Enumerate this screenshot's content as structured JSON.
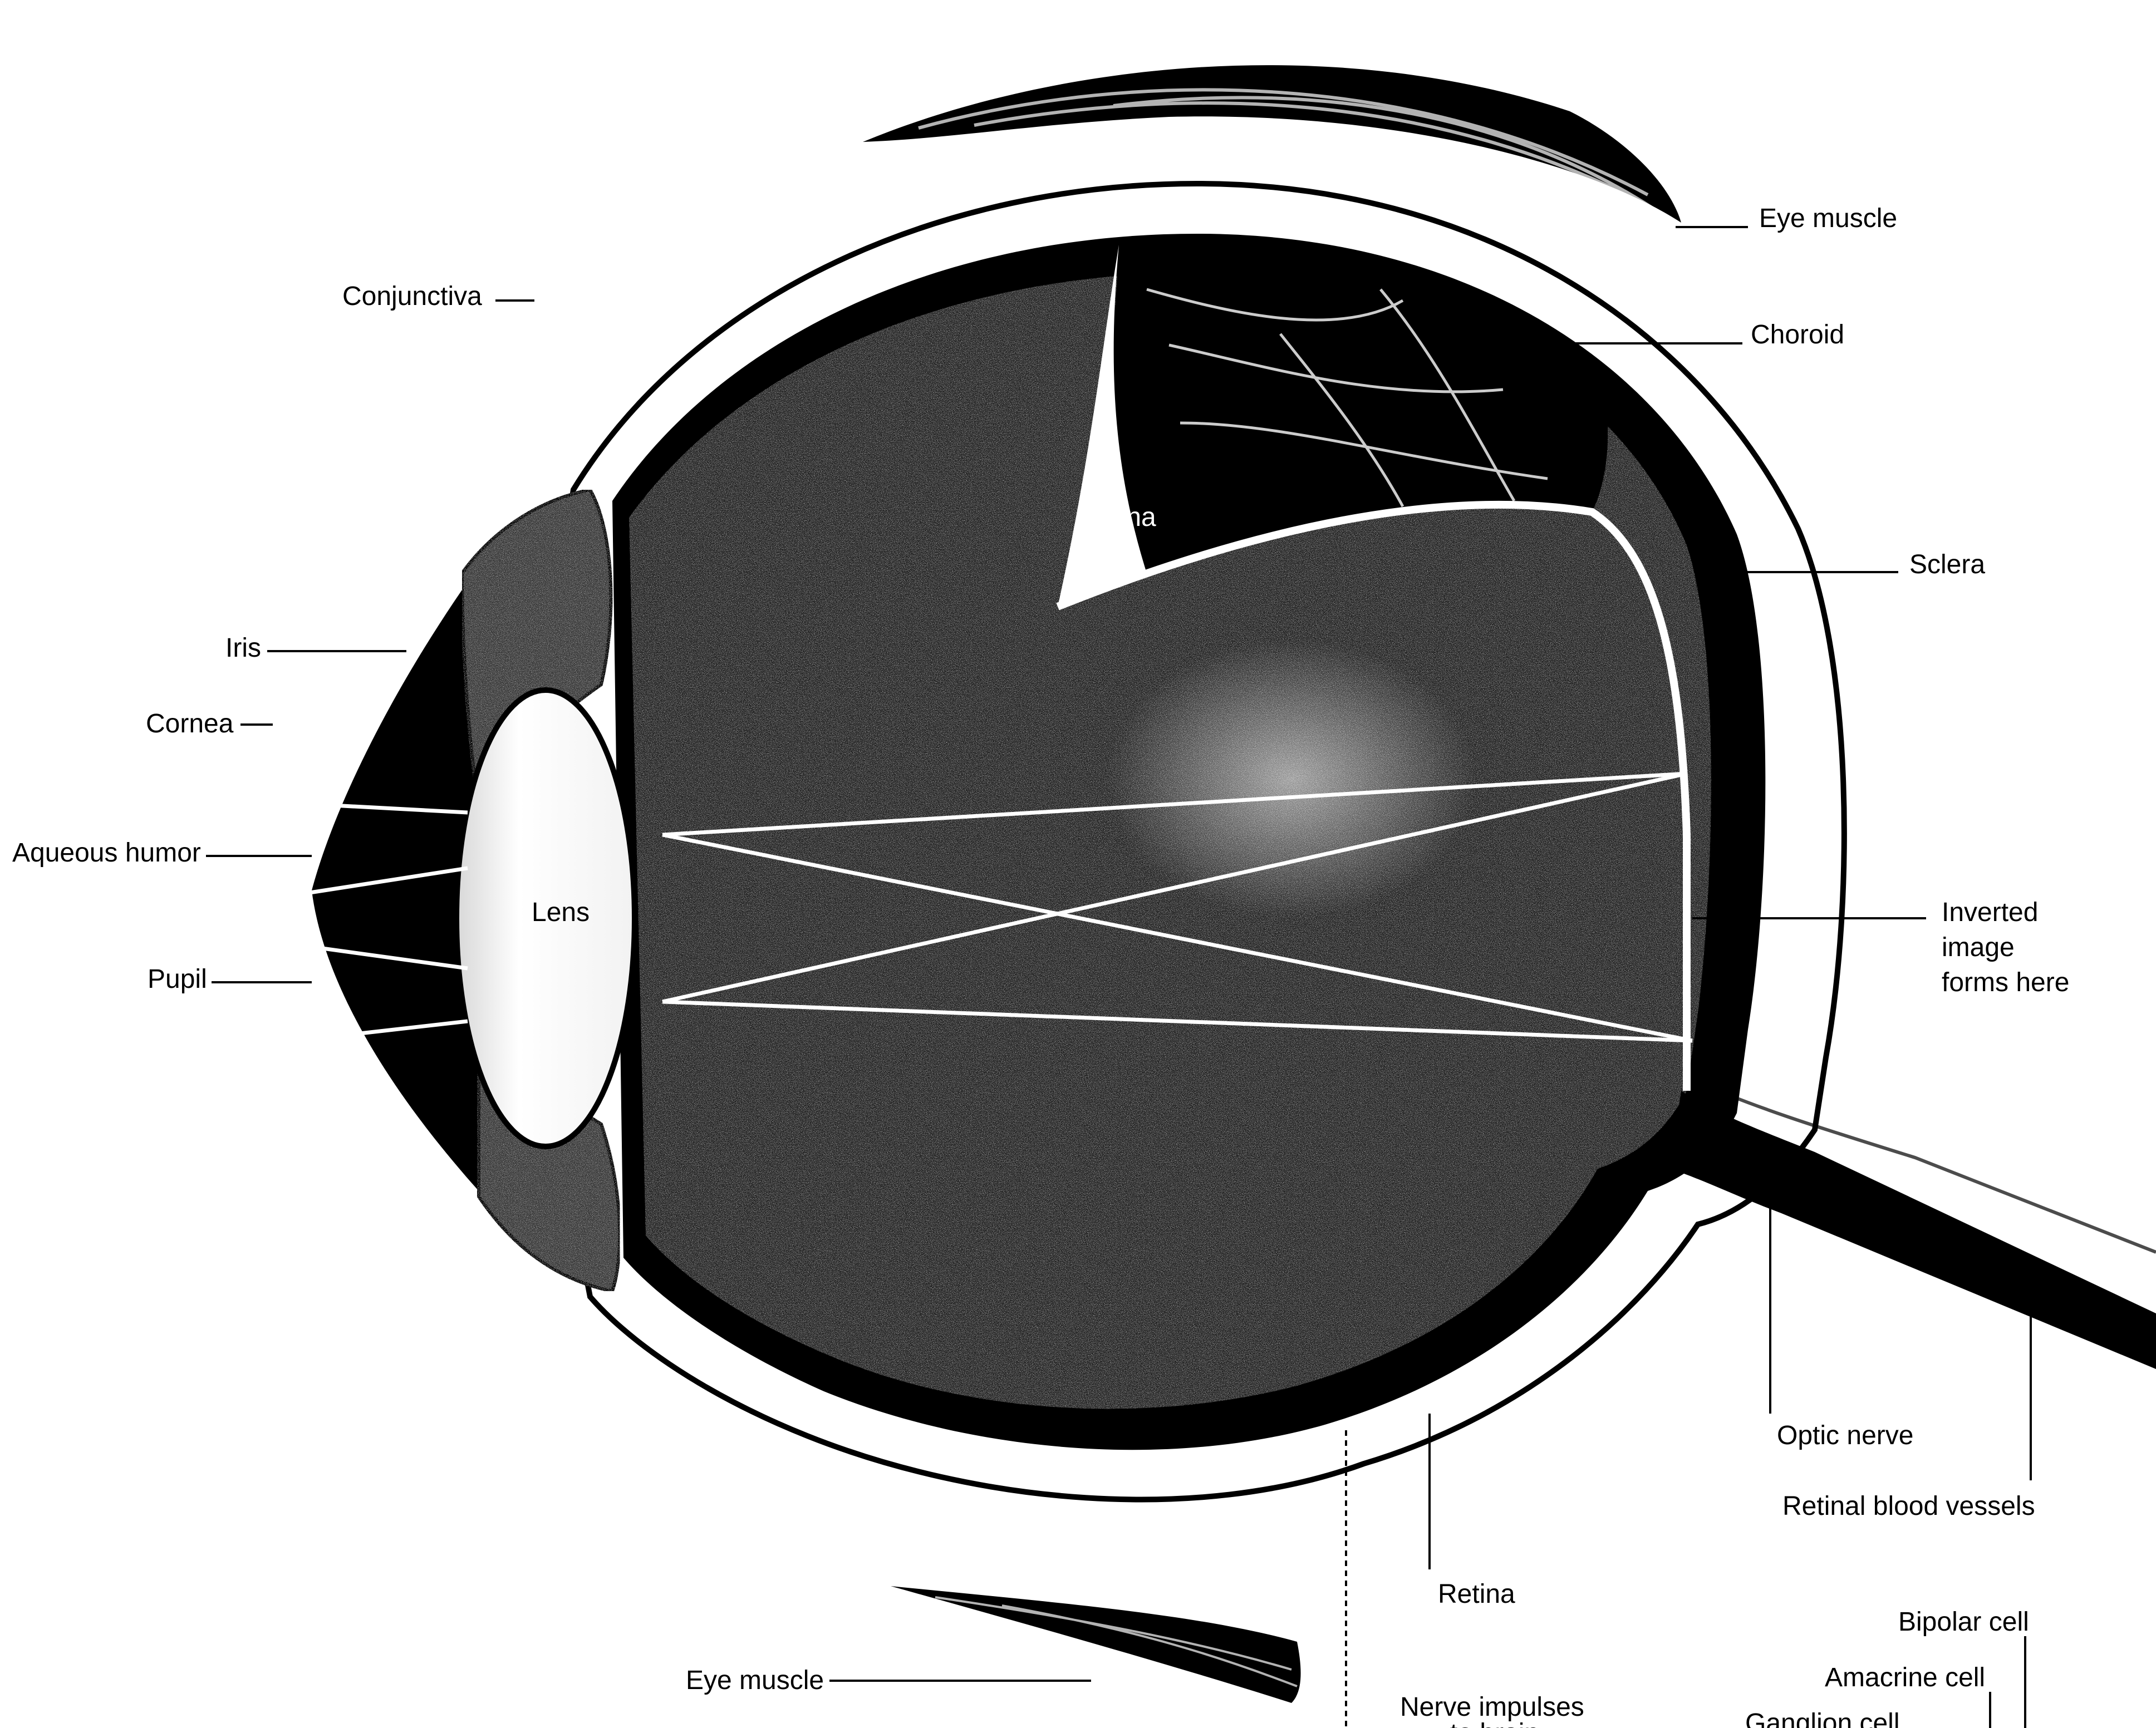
{
  "labels": {
    "eye_muscle_top": "Eye muscle",
    "choroid": "Choroid",
    "conjunctiva": "Conjunctiva",
    "retina_top": "Retina",
    "sclera": "Sclera",
    "iris": "Iris",
    "cornea": "Cornea",
    "aqueous_humor": "Aqueous humor",
    "lens": "Lens",
    "pupil": "Pupil",
    "inverted_image_line1": "Inverted",
    "inverted_image_line2": "image",
    "inverted_image_line3": "forms here",
    "optic_nerve": "Optic nerve",
    "retinal_blood_vessels": "Retinal blood vessels",
    "retina_bottom": "Retina",
    "bipolar_cell": "Bipolar cell",
    "eye_muscle_bottom": "Eye muscle",
    "amacrine_cell": "Amacrine cell",
    "nerve_impulses_line1": "Nerve impulses",
    "nerve_impulses_line2": "to brain",
    "ganglion_cell": "Ganglion cell"
  },
  "colors": {
    "ink": "#000000",
    "paper": "#ffffff",
    "vitreous": "#222222",
    "light_rays": "#ffffff"
  }
}
